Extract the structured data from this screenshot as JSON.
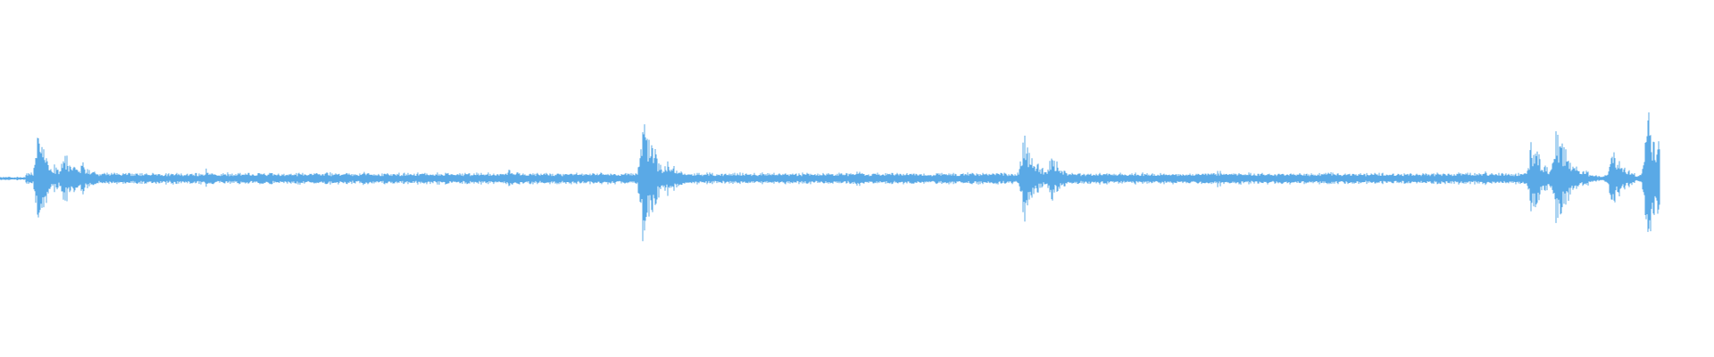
{
  "waveform": {
    "color": "#5aa9e6",
    "background": "#ffffff",
    "baseline_amplitude": 0.035,
    "bursts": [
      {
        "position": 0.022,
        "amplitude": 0.34
      },
      {
        "position": 0.037,
        "amplitude": 0.22
      },
      {
        "position": 0.048,
        "amplitude": 0.12
      },
      {
        "position": 0.12,
        "amplitude": 0.06
      },
      {
        "position": 0.212,
        "amplitude": 0.06
      },
      {
        "position": 0.297,
        "amplitude": 0.06
      },
      {
        "position": 0.375,
        "amplitude": 0.5
      },
      {
        "position": 0.39,
        "amplitude": 0.14
      },
      {
        "position": 0.5,
        "amplitude": 0.06
      },
      {
        "position": 0.597,
        "amplitude": 0.3
      },
      {
        "position": 0.613,
        "amplitude": 0.18
      },
      {
        "position": 0.71,
        "amplitude": 0.06
      },
      {
        "position": 0.867,
        "amplitude": 0.05
      },
      {
        "position": 0.893,
        "amplitude": 0.3
      },
      {
        "position": 0.908,
        "amplitude": 0.38
      },
      {
        "position": 0.924,
        "amplitude": 0.06
      },
      {
        "position": 0.94,
        "amplitude": 0.22
      },
      {
        "position": 0.961,
        "amplitude": 0.58
      }
    ],
    "signal_start": 0.0,
    "signal_end": 0.968
  }
}
